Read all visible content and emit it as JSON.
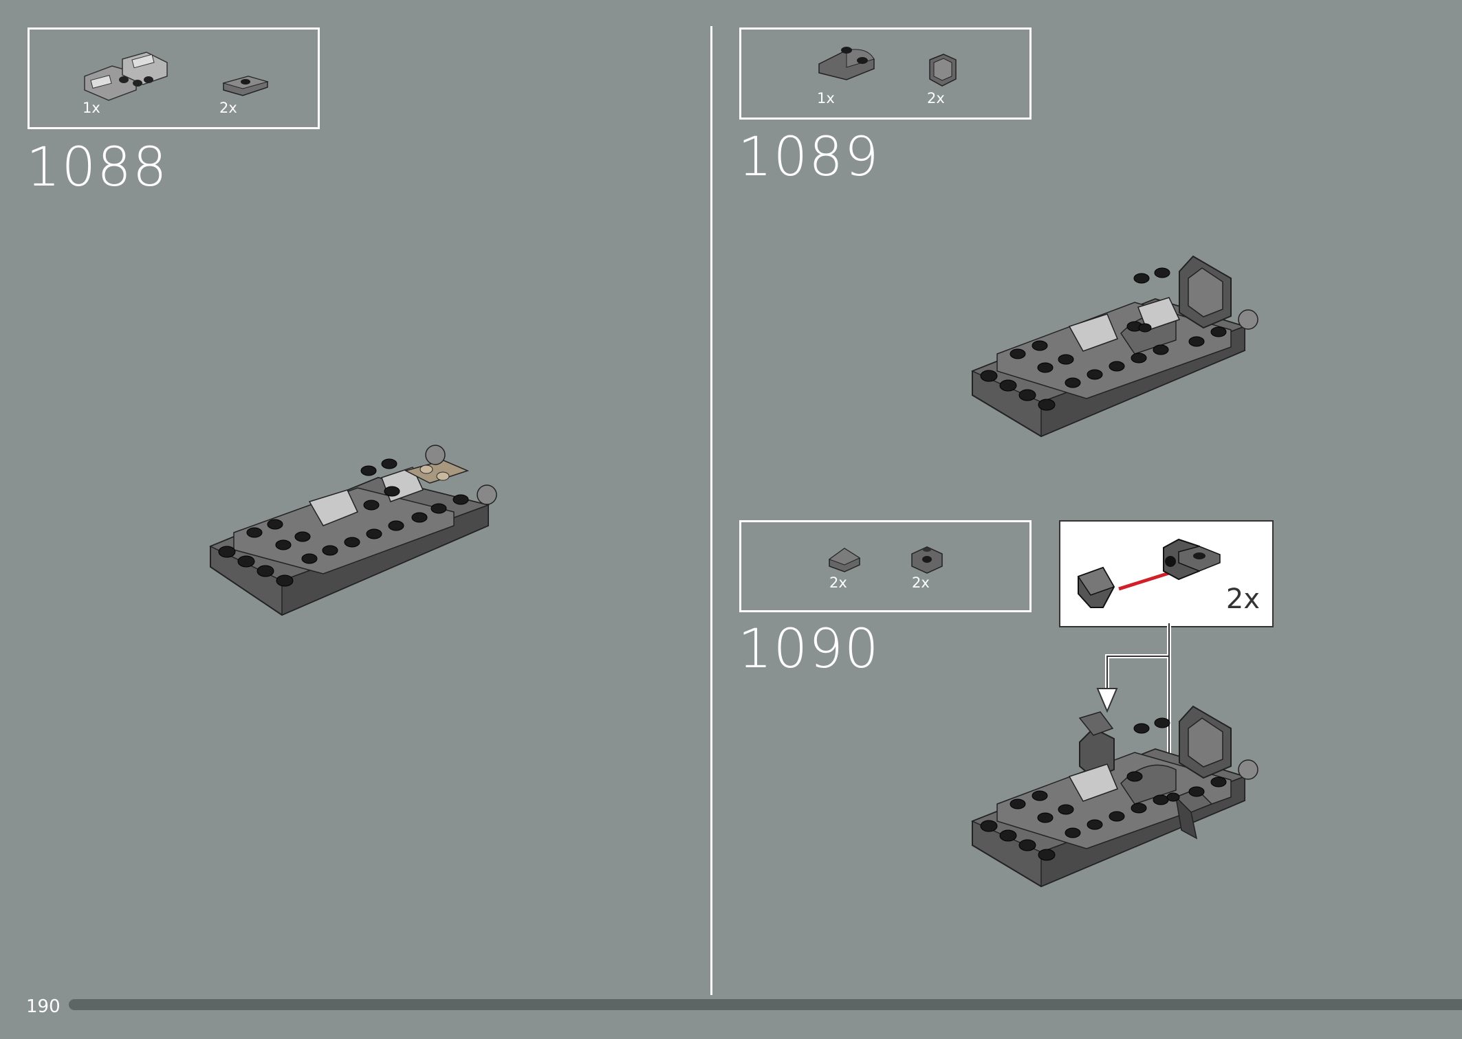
{
  "page": {
    "number": "190",
    "progress": 1.0,
    "background": "#8a9191"
  },
  "steps": [
    {
      "number": "1088",
      "parts": [
        {
          "icon": "slope-brick-with-grille",
          "qty": "1x"
        },
        {
          "icon": "plate-1x2-jumper",
          "qty": "2x"
        }
      ]
    },
    {
      "number": "1089",
      "parts": [
        {
          "icon": "curved-slope-with-stud",
          "qty": "1x"
        },
        {
          "icon": "corner-panel",
          "qty": "2x"
        }
      ]
    },
    {
      "number": "1090",
      "parts": [
        {
          "icon": "slope-1x1",
          "qty": "2x"
        },
        {
          "icon": "bracket-with-stud",
          "qty": "2x"
        }
      ],
      "callout": {
        "qty": "2x",
        "arrow_color": "#d0202a"
      }
    }
  ]
}
